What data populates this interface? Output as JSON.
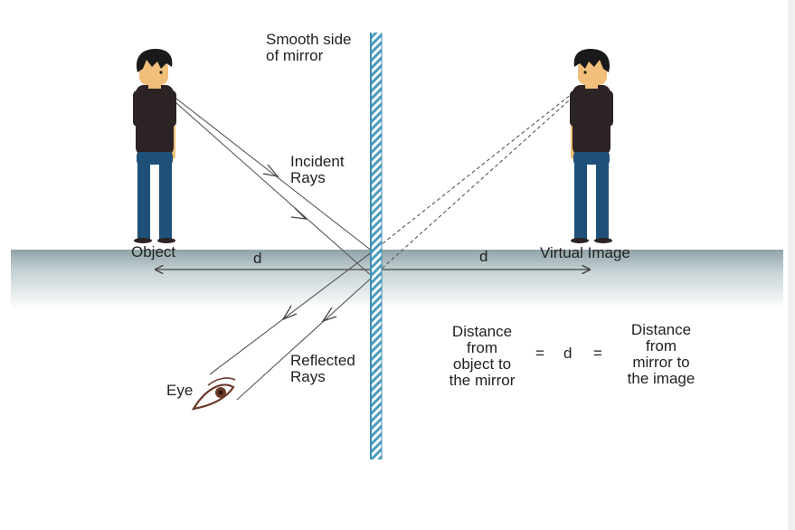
{
  "labels": {
    "mirror_side_line1": "Smooth side",
    "mirror_side_line2": "of mirror",
    "incident_line1": "Incident",
    "incident_line2": "Rays",
    "reflected_line1": "Reflected",
    "reflected_line2": "Rays",
    "object": "Object",
    "virtual_image": "Virtual Image",
    "d_left": "d",
    "d_right": "d",
    "eye": "Eye"
  },
  "equation": {
    "left_lines": [
      "Distance",
      "from",
      "object to",
      "the mirror"
    ],
    "eq1": "=",
    "middle": "d",
    "eq2": "=",
    "right_lines": [
      "Distance",
      "from",
      "mirror to",
      "the image"
    ]
  },
  "colors": {
    "mirror": "#5aa7c4",
    "ground_top": "#8fa3a8",
    "shirt": "#2c2324",
    "jeans": "#1e5079",
    "hair": "#1a1a1a",
    "skin": "#f2bf7a",
    "ray": "#555555"
  }
}
